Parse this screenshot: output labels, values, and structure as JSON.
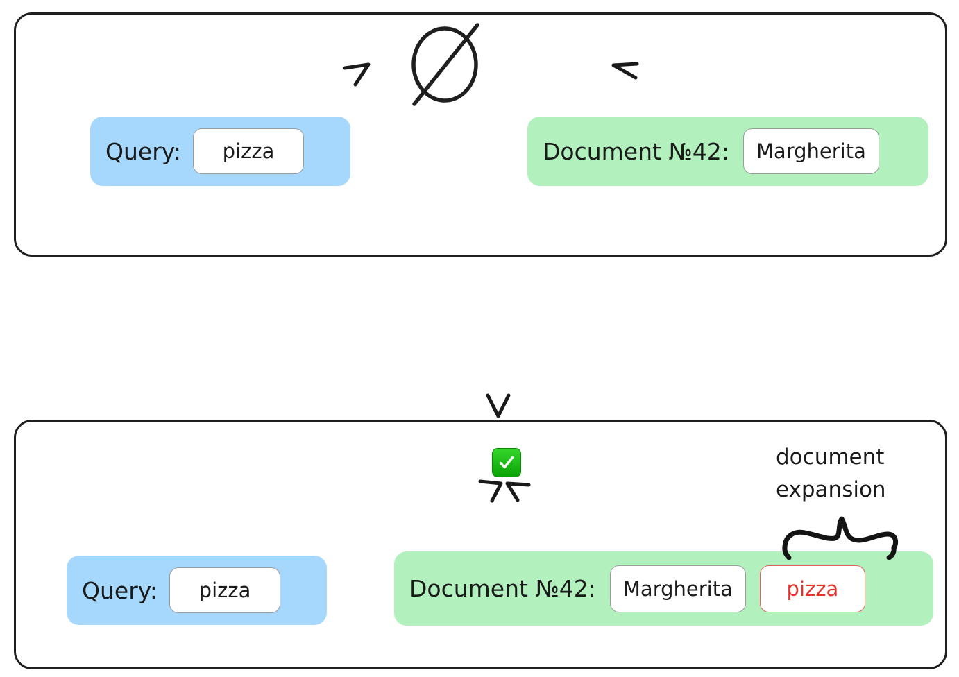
{
  "diagram": {
    "title_implied": "Document expansion for lexical matching",
    "panels": [
      {
        "id": "before",
        "match_status": "no-match",
        "match_symbol": "empty-set",
        "boxes": [
          {
            "role": "query",
            "label": "Query:",
            "terms": [
              "pizza"
            ],
            "color": "#a5d8fc"
          },
          {
            "role": "document",
            "label": "Document №42:",
            "terms": [
              "Margherita"
            ],
            "color": "#b2f1bd"
          }
        ]
      },
      {
        "id": "after",
        "match_status": "match",
        "match_symbol": "check-mark",
        "annotation": {
          "line1": "document",
          "line2": "expansion"
        },
        "boxes": [
          {
            "role": "query",
            "label": "Query:",
            "terms": [
              "pizza"
            ],
            "color": "#a5d8fc"
          },
          {
            "role": "document",
            "label": "Document №42:",
            "terms": [
              "Margherita",
              "pizza"
            ],
            "expansion_term": "pizza",
            "color": "#b2f1bd"
          }
        ]
      }
    ],
    "colors": {
      "query_fill": "#a5d8fc",
      "document_fill": "#b2f1bd",
      "expansion_text": "#e5322b",
      "expansion_border": "#e0665c",
      "stroke": "#1a1a1a",
      "badge_green": "#22c51e"
    }
  },
  "panel_before": {
    "query": {
      "label": "Query:",
      "term": "pizza"
    },
    "document": {
      "label": "Document №42:",
      "term": "Margherita"
    }
  },
  "panel_after": {
    "query": {
      "label": "Query:",
      "term": "pizza"
    },
    "document": {
      "label": "Document №42:",
      "term": "Margherita",
      "expansion_term": "pizza"
    },
    "annotation": {
      "line1": "document",
      "line2": "expansion"
    }
  }
}
